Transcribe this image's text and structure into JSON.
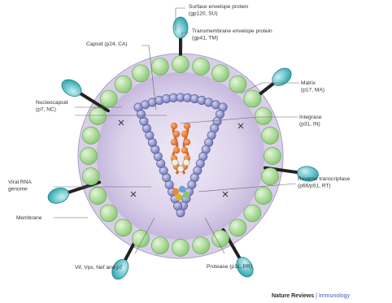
{
  "labels": {
    "surface_env": [
      "Surface envelope protein",
      "(gp120, SU)"
    ],
    "transmembrane_env": [
      "Transmembrane envelope protein",
      "(gp41, TM)"
    ],
    "capsid": [
      "Capsid (p24, CA)"
    ],
    "matrix": [
      "Matrix",
      "(p17, MA)"
    ],
    "nucleocapsid": [
      "Nucleocapsid",
      "(p7, NC)"
    ],
    "integrase": [
      "Integrase",
      "(p31, IN)"
    ],
    "viral_rna": [
      "Viral RNA",
      "genome"
    ],
    "reverse_transcriptase": [
      "Reverse transcriptase",
      "(p66/p51, RT)"
    ],
    "membrane": [
      "Membrane"
    ],
    "vif_vpx": [
      "Vif, Vpx, Nef and p7"
    ],
    "protease": [
      "Protease (p11, PR)"
    ]
  },
  "credit": {
    "brand": "Nature Reviews",
    "separator": " | ",
    "section": "Immunology"
  },
  "colors": {
    "envelope_outer": "#d6cde6",
    "envelope_inner": "#b9aad3",
    "matrix_bead": "#b9e2a8",
    "glycoprotein": "#48bcc4",
    "capsid_bead": "#8a8fcb",
    "rna": "#e2782b"
  }
}
